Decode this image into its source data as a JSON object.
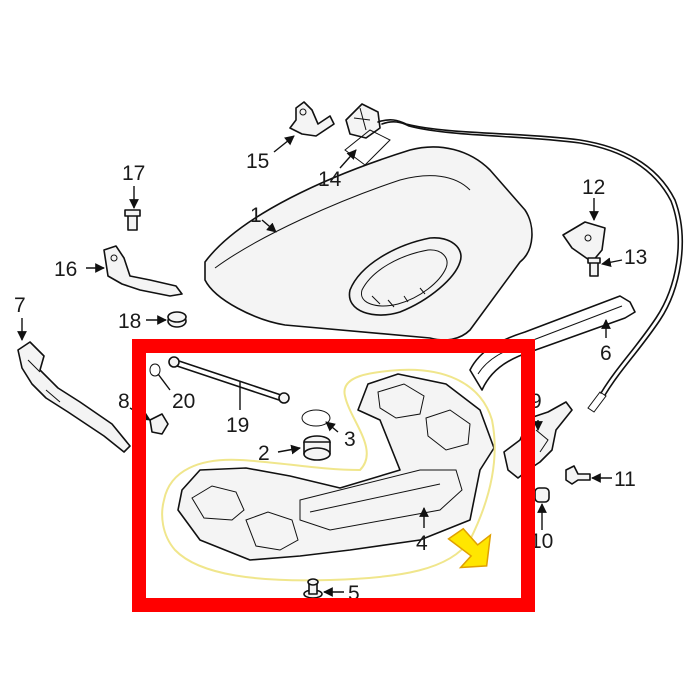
{
  "colors": {
    "highlight_box": "#ff0000",
    "part_outline": "#f0e68c",
    "arrow_fill": "#ffe600",
    "arrow_stroke": "#e0a000",
    "line": "#111111"
  },
  "callouts": {
    "c1": "1",
    "c2": "2",
    "c3": "3",
    "c4": "4",
    "c5": "5",
    "c6": "6",
    "c7": "7",
    "c8": "8",
    "c9": "9",
    "c10": "10",
    "c11": "11",
    "c12": "12",
    "c13": "13",
    "c14": "14",
    "c15": "15",
    "c16": "16",
    "c17": "17",
    "c18": "18",
    "c19": "19",
    "c20": "20"
  }
}
